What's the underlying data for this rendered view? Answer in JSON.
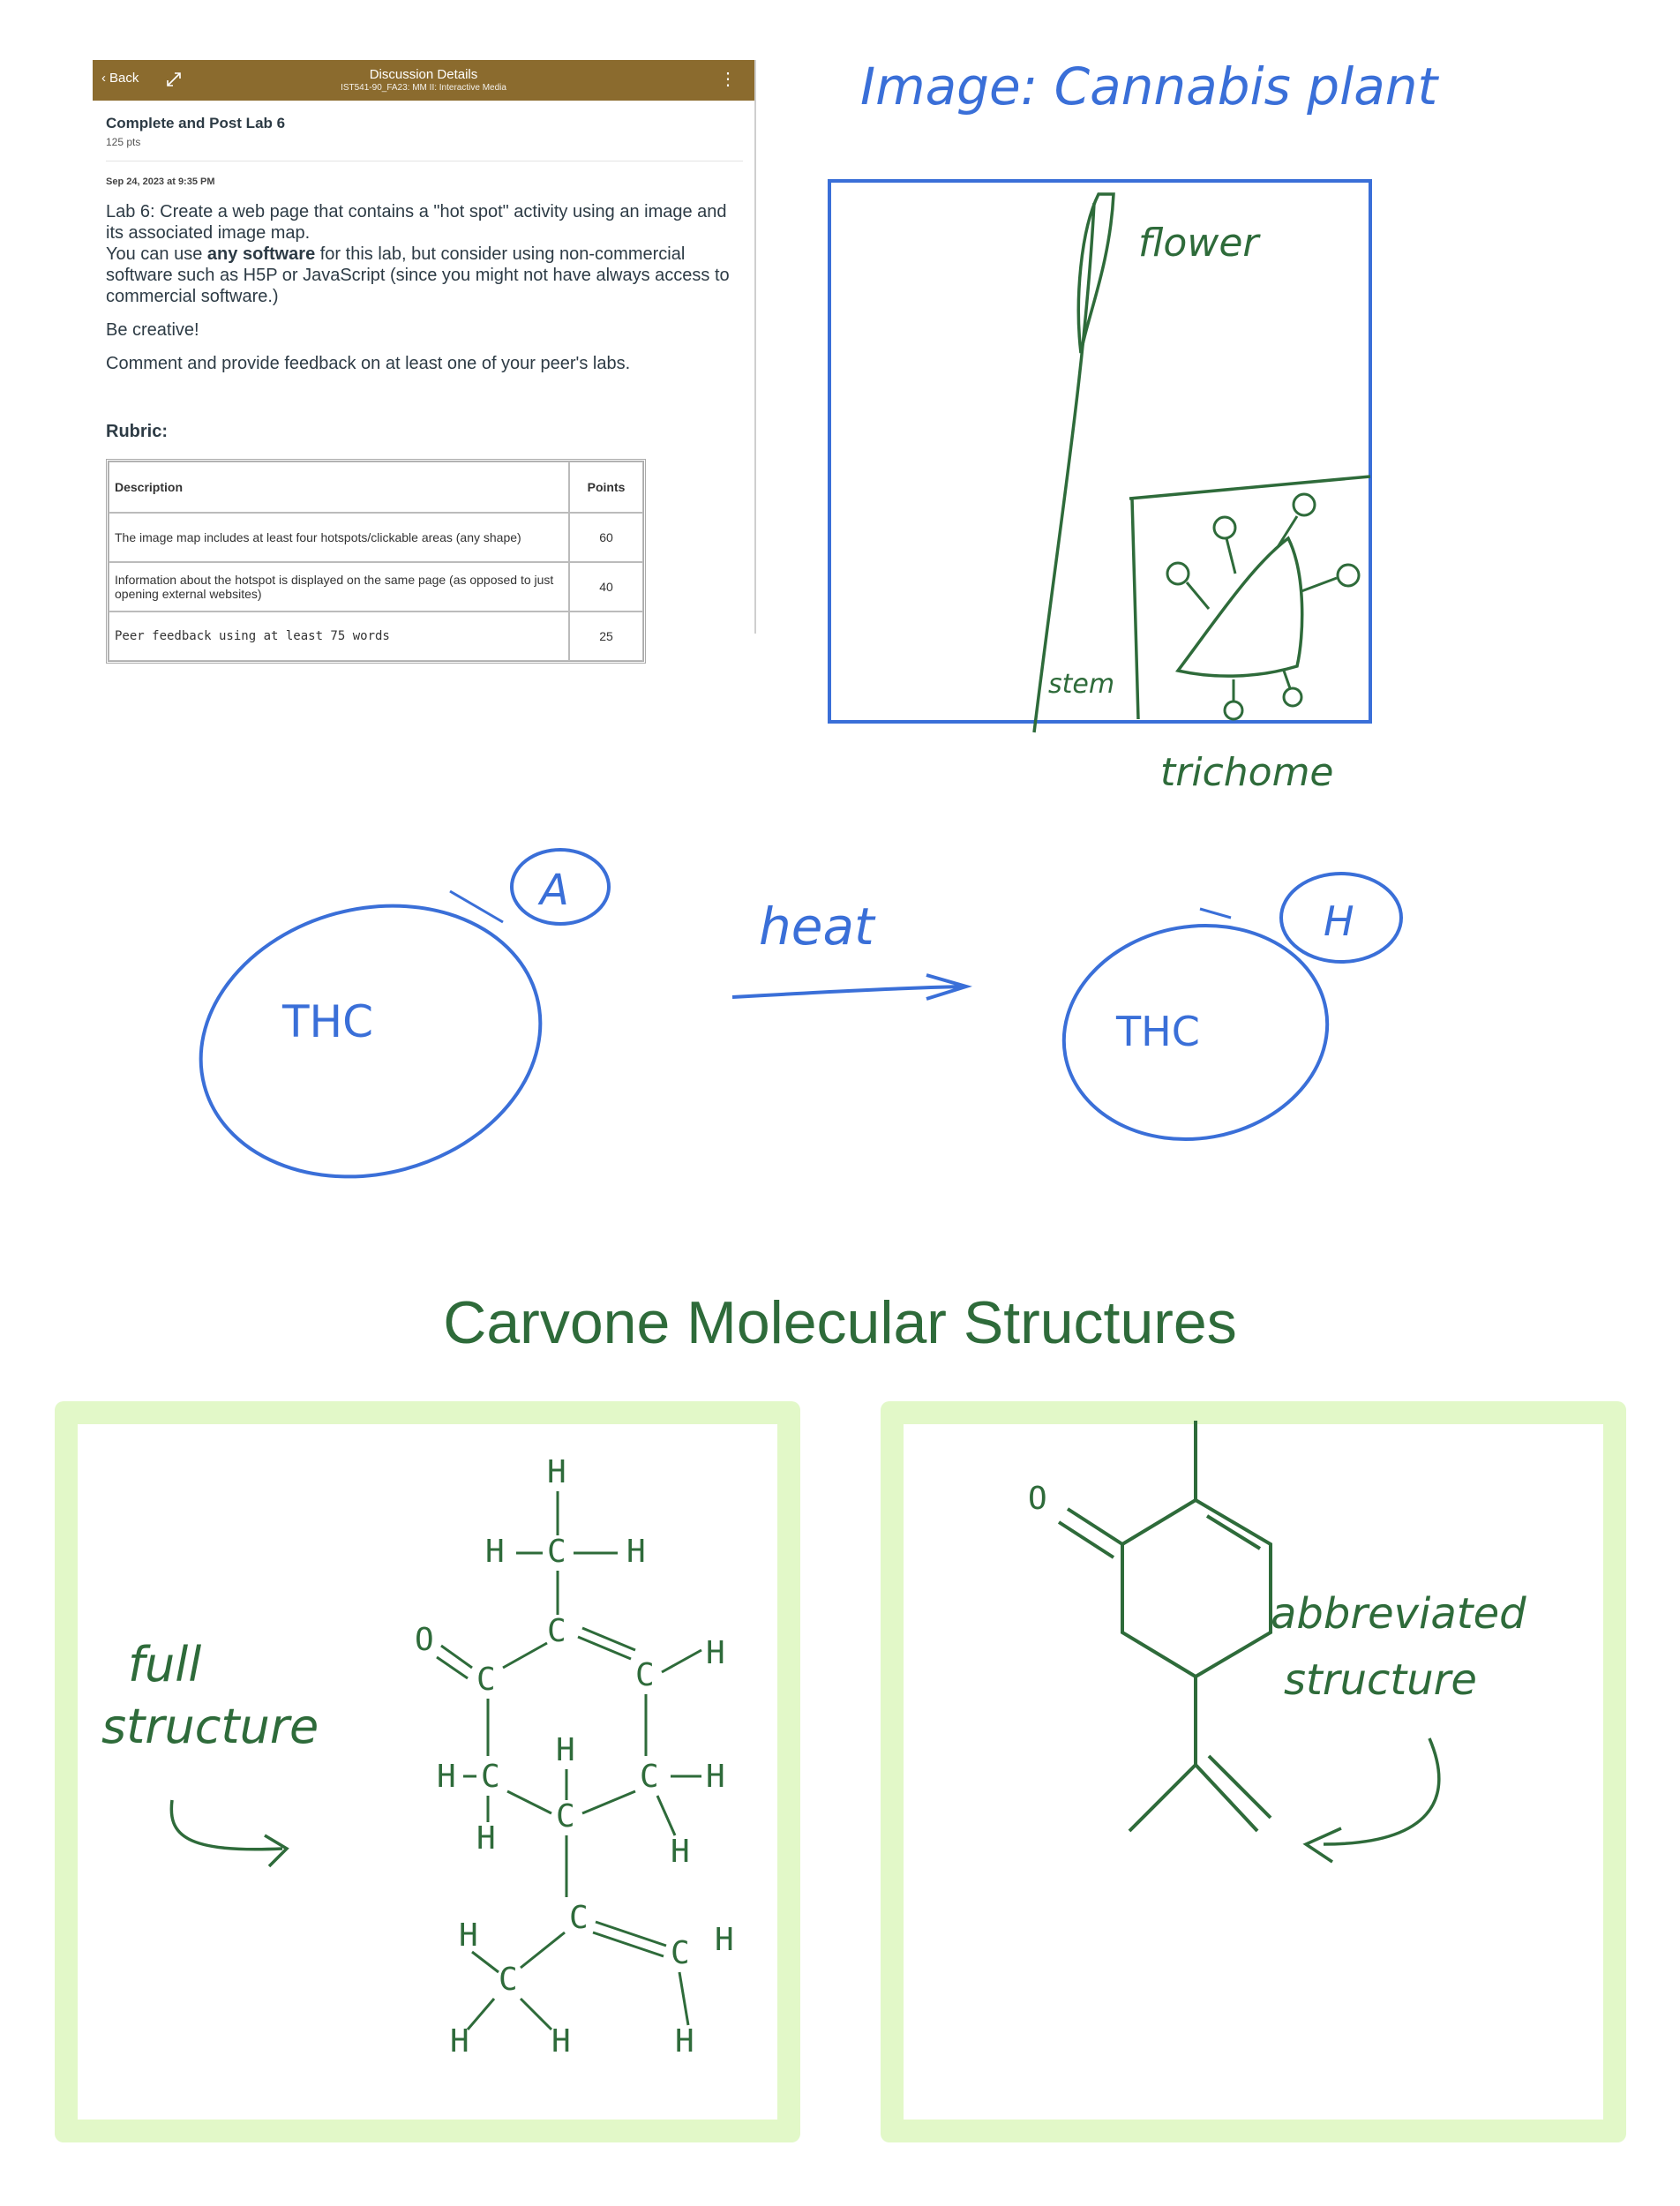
{
  "discussion": {
    "back_label": "Back",
    "header_title": "Discussion Details",
    "header_subtitle": "IST541-90_FA23: MM II: Interactive Media",
    "kebab_label": "⋮",
    "assignment_title": "Complete and Post Lab 6",
    "points": "125 pts",
    "date": "Sep 24, 2023 at 9:35 PM",
    "body_line1": "Lab 6: Create a web page that contains a \"hot spot\" activity using an image and its associated image map.",
    "body_line2_pre": "You can use ",
    "body_line2_bold": "any software",
    "body_line2_post": " for this lab, but consider using non-commercial software such as H5P or JavaScript (since you might not have always access to commercial software.)",
    "body_line3": "Be creative!",
    "body_line4": "Comment and provide feedback on at least one of your peer's labs.",
    "rubric_label": "Rubric:",
    "rubric_headers": [
      "Description",
      "Points"
    ],
    "rubric_rows": [
      {
        "description": "The image map includes at least four hotspots/clickable areas (any shape)",
        "points": "60"
      },
      {
        "description": "Information about the hotspot is displayed on the same page (as opposed to just opening external websites)",
        "points": "40"
      },
      {
        "description": "Peer feedback using at least 75 words",
        "points": "25"
      }
    ]
  },
  "sketch": {
    "image_caption": "Image: Cannabis plant",
    "flower_label": "flower",
    "stem_label": "stem",
    "trichome_label": "trichome",
    "thc_left": "THC",
    "badge_left": "A",
    "heat_label": "heat",
    "thc_right": "THC",
    "badge_right": "H"
  },
  "carvone": {
    "title": "Carvone Molecular Structures",
    "full_label_1": "full",
    "full_label_2": "structure",
    "abbr_label_1": "abbreviated",
    "abbr_label_2": "structure",
    "atoms_h": "H",
    "atoms_c": "C",
    "atoms_o": "O"
  },
  "colors": {
    "header_bg": "#8b6b2e",
    "sketch_blue": "#3a6fd8",
    "sketch_green": "#2e6b3a",
    "panel_border": "#e2f8c8"
  }
}
